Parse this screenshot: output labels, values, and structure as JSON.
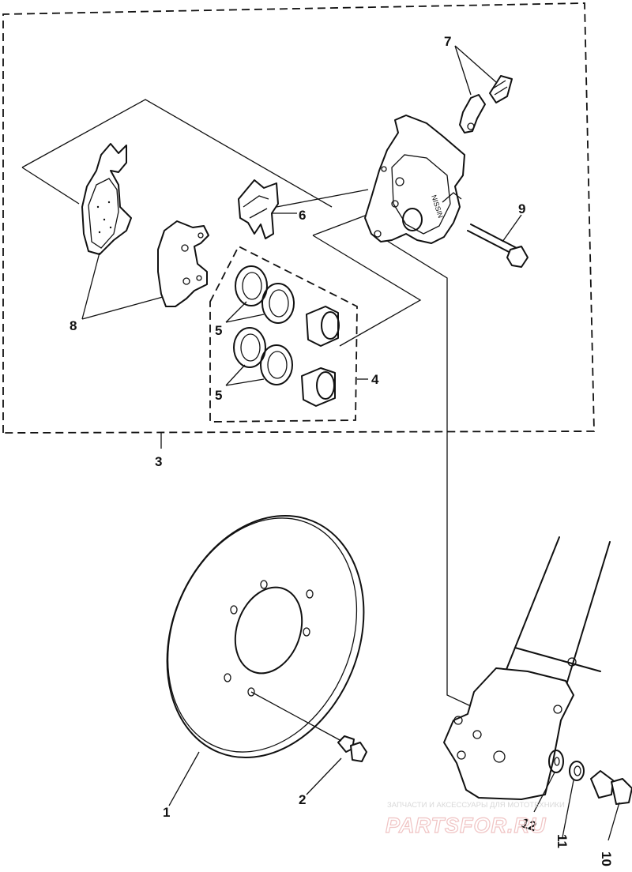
{
  "labels": {
    "l1": "1",
    "l2": "2",
    "l3": "3",
    "l4": "4",
    "l5a": "5",
    "l5b": "5",
    "l6": "6",
    "l7": "7",
    "l8": "8",
    "l9": "9",
    "l10": "10",
    "l11": "11",
    "l12": "12"
  },
  "watermark": {
    "tagline": "ЗАПЧАСТИ И АКСЕССУАРЫ ДЛЯ МОТОТЕХНИКИ",
    "brand": "PARTSFOR.RU"
  }
}
